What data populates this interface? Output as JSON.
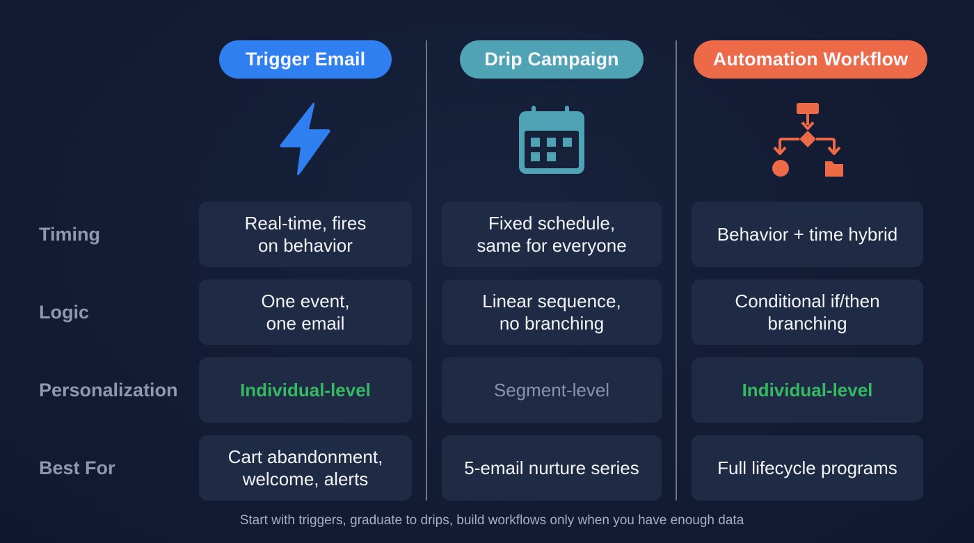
{
  "columns": [
    {
      "title": "Trigger Email",
      "color": "#2f7ff0",
      "icon": "lightning-bolt-icon"
    },
    {
      "title": "Drip Campaign",
      "color": "#4fa3b5",
      "icon": "calendar-icon"
    },
    {
      "title": "Automation Workflow",
      "color": "#ec6a47",
      "icon": "flowchart-icon"
    }
  ],
  "rows": [
    {
      "label": "Timing",
      "cells": [
        "Real-time, fires\non behavior",
        "Fixed schedule,\nsame for everyone",
        "Behavior + time hybrid"
      ]
    },
    {
      "label": "Logic",
      "cells": [
        "One event,\none email",
        "Linear sequence,\nno branching",
        "Conditional if/then\nbranching"
      ]
    },
    {
      "label": "Personalization",
      "cells": [
        "Individual-level",
        "Segment-level",
        "Individual-level"
      ]
    },
    {
      "label": "Best For",
      "cells": [
        "Cart abandonment,\nwelcome, alerts",
        "5-email nurture series",
        "Full lifecycle programs"
      ]
    }
  ],
  "highlight_colors": {
    "positive": "#35b961",
    "muted": "#8793a8"
  },
  "footer": "Start with triggers, graduate to drips, build workflows only when you have enough data"
}
